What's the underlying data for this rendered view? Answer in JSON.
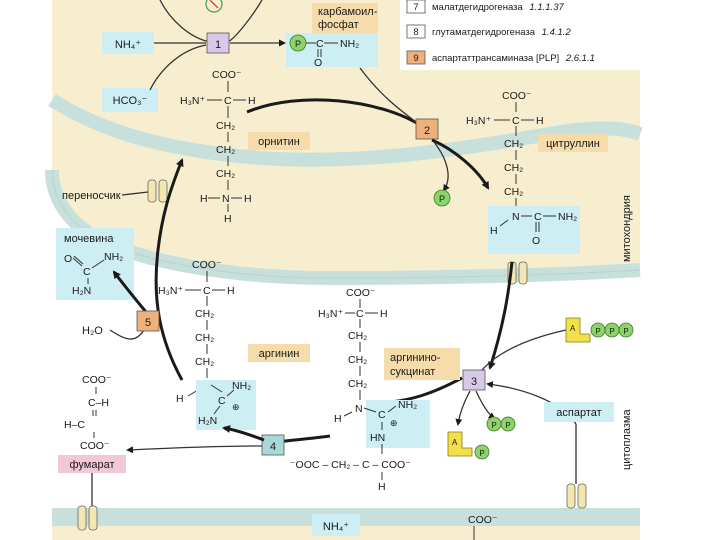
{
  "legend": [
    {
      "num": "7",
      "name": "малатдегидрогеназа",
      "ec": "1.1.1.37"
    },
    {
      "num": "8",
      "name": "глутаматдегидрогеназа",
      "ec": "1.4.1.2"
    },
    {
      "num": "9",
      "name": "аспартаттрансаминаза [PLP]",
      "ec": "2.6.1.1"
    }
  ],
  "labels": {
    "carbamoyl_line1": "карбамоил-",
    "carbamoyl_line2": "фосфат",
    "ornithine": "орнитин",
    "citrulline": "цитруллин",
    "carrier": "переносчик",
    "urea": "мочевина",
    "arginine": "аргинин",
    "argsucc_line1": "аргинино-",
    "argsucc_line2": "сукцинат",
    "aspartate": "аспартат",
    "fumarate": "фумарат",
    "water": "H₂O",
    "mito": "митохондрия",
    "cyto": "цитоплазма"
  },
  "steps": [
    "1",
    "2",
    "3",
    "4",
    "5"
  ],
  "step_colors": {
    "purple": "#d9c8e8",
    "orange": "#efb07a",
    "teal": "#a8d8d8"
  },
  "chem": {
    "nh4": "NH₄⁺",
    "hco3": "HCO₃⁻",
    "p": "P",
    "a": "A",
    "coo": "COO⁻",
    "h3n": "H₃N⁺",
    "c": "C",
    "h": "H",
    "ch2": "CH₂",
    "nh2": "NH₂",
    "n": "N",
    "o": "O",
    "hn": "HN",
    "h2n": "H₂N",
    "hc": "H–C",
    "ch": "C–H",
    "plus": "⊕",
    "fumarate_chain": "⁻OOC – CH₂ – C – COO⁻",
    "nh4_bottom": "NH₄⁺",
    "coo_bottom": "COO⁻"
  },
  "colors": {
    "mito_fill": "#f7eecf",
    "membrane": "#c8e0dc",
    "cyan_box": "#cdeef2",
    "label_box": "#f6dcaa",
    "fumarate_box": "#f2c8d8",
    "green_p": "#8cd36a",
    "yellow_a": "#f2e04a"
  }
}
